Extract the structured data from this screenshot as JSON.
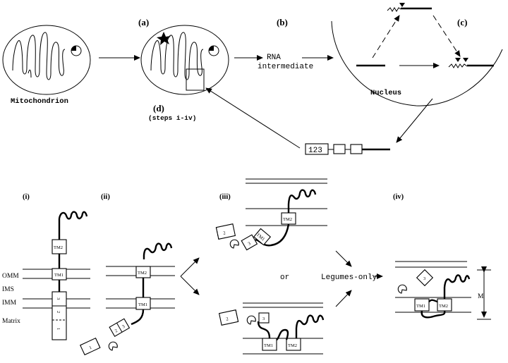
{
  "top": {
    "step_labels": {
      "a": "(a)",
      "b": "(b)",
      "c": "(c)",
      "d": "(d)"
    },
    "steps_note": "(steps i-iv)",
    "mitochondrion_label": "Mitochondrion",
    "rna_label_line1": "RNA",
    "rna_label_line2": "intermediate",
    "nucleus_label": "Nucleus",
    "gene_box_label": "123"
  },
  "bottom": {
    "panel_labels": {
      "i": "(i)",
      "ii": "(ii)",
      "iii": "(iii)",
      "iv": "(iv)"
    },
    "membrane_labels": {
      "omm": "OMM",
      "ims": "IMS",
      "imm": "IMM",
      "matrix": "Matrix"
    },
    "tm1": "TM1",
    "tm2": "TM2",
    "domains": {
      "d1": "1",
      "d2": "2",
      "d3": "3"
    },
    "or_label": "or",
    "legumes_label": "Legumes-only",
    "m_label": "M"
  }
}
